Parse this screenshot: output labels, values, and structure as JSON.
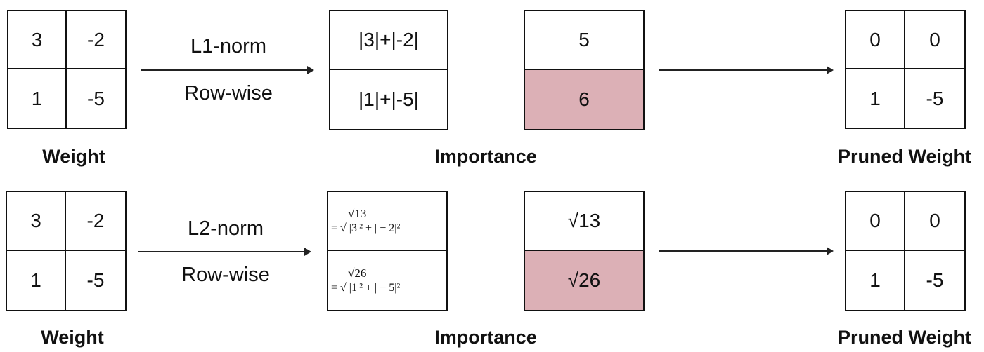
{
  "top": {
    "weight": [
      "3",
      "-2",
      "1",
      "-5"
    ],
    "weight_label": "Weight",
    "op_line1": "L1-norm",
    "op_line2": "Row-wise",
    "formula": [
      "|3|+|-2|",
      "|1|+|-5|"
    ],
    "importance": [
      "5",
      "6"
    ],
    "importance_label": "Importance",
    "pruned": [
      "0",
      "0",
      "1",
      "-5"
    ],
    "pruned_label": "Pruned Weight"
  },
  "bottom": {
    "weight": [
      "3",
      "-2",
      "1",
      "-5"
    ],
    "weight_label": "Weight",
    "op_line1": "L2-norm",
    "op_line2": "Row-wise",
    "formula": [
      {
        "result": "√13",
        "expr": "= √ |3|² + | − 2|²"
      },
      {
        "result": "√26",
        "expr": "= √ |1|² + | − 5|²"
      }
    ],
    "importance": [
      "√13",
      "√26"
    ],
    "importance_label": "Importance",
    "pruned": [
      "0",
      "0",
      "1",
      "-5"
    ],
    "pruned_label": "Pruned Weight"
  },
  "colors": {
    "highlight": "#dcb0b6",
    "line": "#111111"
  }
}
